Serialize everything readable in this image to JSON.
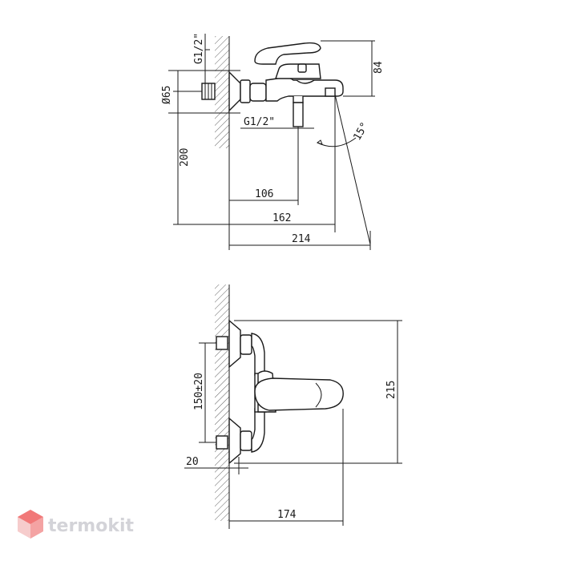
{
  "side_view": {
    "thread_top": "G1/2\"",
    "diameter": "Ø65",
    "height_84": "84",
    "thread_bottom": "G1/2\"",
    "angle": "15°",
    "height_200": "200",
    "dim_106": "106",
    "dim_162": "162",
    "dim_214": "214"
  },
  "front_view": {
    "dim_215": "215",
    "dim_150": "150±20",
    "dim_20": "20",
    "dim_174": "174"
  },
  "watermark": {
    "text": "termokit"
  },
  "colors": {
    "line": "#1a1a1a",
    "watermark_text": "#cfcfd4",
    "logo_red": "#f06a6a",
    "logo_pink": "#f6c7c7"
  }
}
